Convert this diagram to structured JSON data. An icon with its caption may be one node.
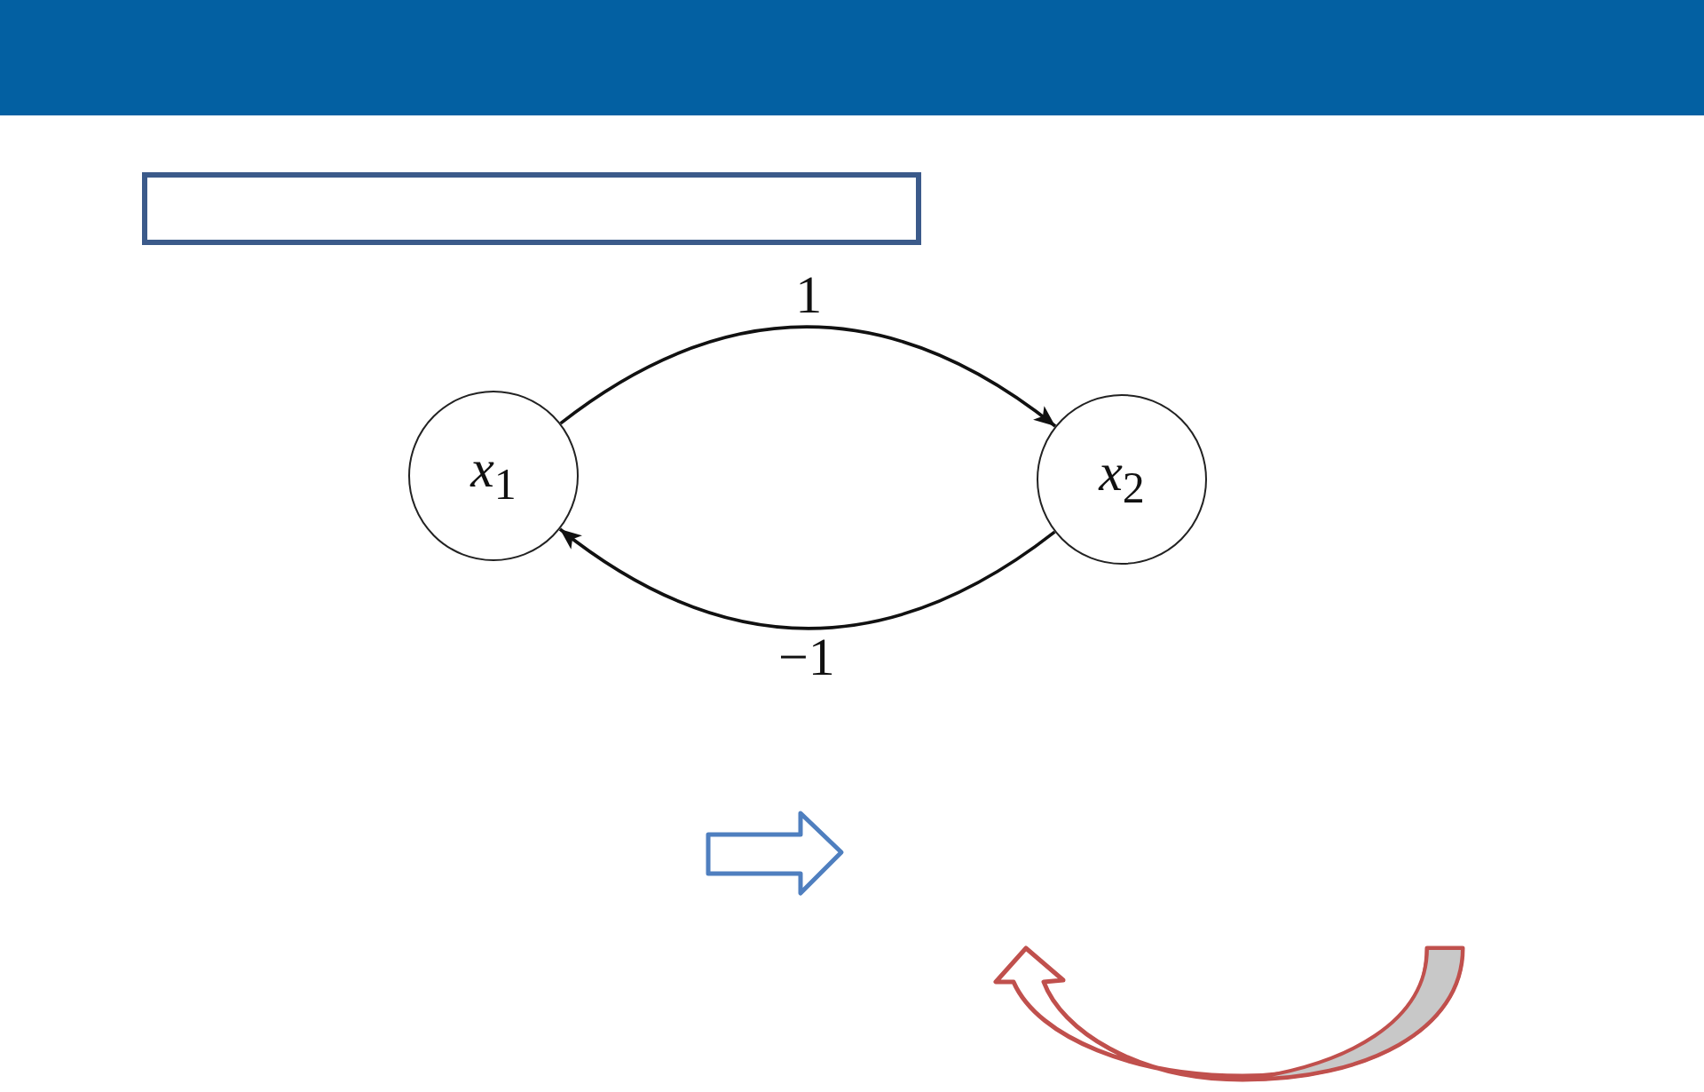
{
  "diagram": {
    "nodes": [
      {
        "text": [],
        "shape": "box"
      },
      {
        "text": [
          "*x*$_{1}$"
        ]
      },
      {
        "text": [
          "*x*$_{2}$"
        ]
      }
    ],
    "edges": [
      {
        "from": 1,
        "to": 2,
        "arrow": "to",
        "label": "1"
      },
      {
        "from": 2,
        "to": 1,
        "arrow": "to",
        "label": "−1"
      }
    ]
  }
}
